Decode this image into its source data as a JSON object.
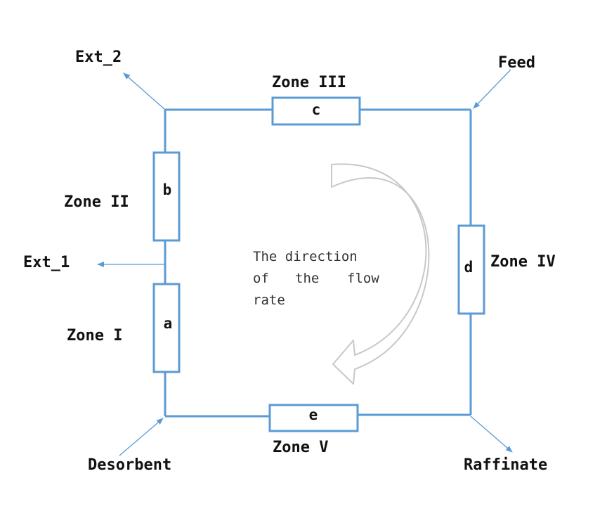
{
  "zones": {
    "zone1": "Zone I",
    "zone2": "Zone II",
    "zone3": "Zone III",
    "zone4": "Zone IV",
    "zone5": "Zone V"
  },
  "columns": {
    "a": "a",
    "b": "b",
    "c": "c",
    "d": "d",
    "e": "e"
  },
  "streams": {
    "ext2": "Ext_2",
    "ext1": "Ext_1",
    "feed": "Feed",
    "raffinate": "Raffinate",
    "desorbent": "Desorbent"
  },
  "flow_note": {
    "line1": "The direction",
    "line2_a": "of",
    "line2_b": "the",
    "line2_c": "flow",
    "line3": "rate"
  },
  "colors": {
    "wire": "#5b9bd5",
    "flow_arrow": "#c8c8c8",
    "text": "#111111"
  }
}
